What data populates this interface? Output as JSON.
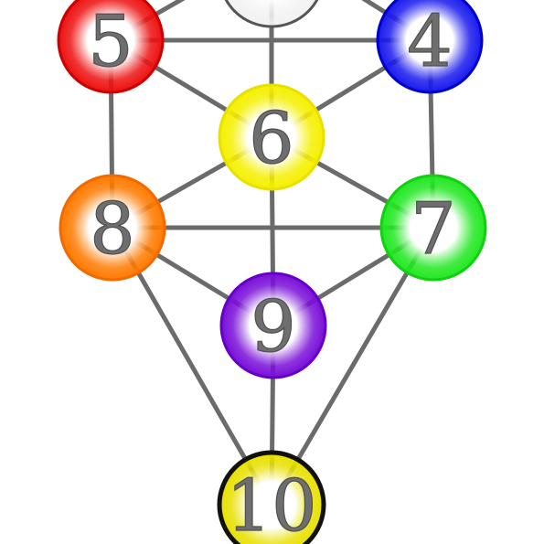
{
  "nodes": [
    {
      "id": "top",
      "label": "",
      "color": "#f2f2f2",
      "rim": "#555555"
    },
    {
      "id": "n5",
      "label": "5",
      "color": "#ee1111",
      "rim": "#cc0000"
    },
    {
      "id": "n4",
      "label": "4",
      "color": "#1a1aee",
      "rim": "#0000cc"
    },
    {
      "id": "n6",
      "label": "6",
      "color": "#f5f000",
      "rim": "#e8e000"
    },
    {
      "id": "n8",
      "label": "8",
      "color": "#ff7a00",
      "rim": "#f06a00"
    },
    {
      "id": "n7",
      "label": "7",
      "color": "#22e822",
      "rim": "#10d010"
    },
    {
      "id": "n9",
      "label": "9",
      "color": "#7a10d8",
      "rim": "#6600c8"
    },
    {
      "id": "n10",
      "label": "10",
      "color": "#e8e000",
      "rim": "#111111"
    }
  ],
  "edges": [
    [
      "n5",
      "n4"
    ],
    [
      "n5",
      "n6"
    ],
    [
      "n5",
      "n8"
    ],
    [
      "n4",
      "n6"
    ],
    [
      "n4",
      "n7"
    ],
    [
      "n6",
      "n8"
    ],
    [
      "n6",
      "n7"
    ],
    [
      "n6",
      "n9"
    ],
    [
      "n8",
      "n7"
    ],
    [
      "n8",
      "n9"
    ],
    [
      "n7",
      "n9"
    ],
    [
      "n8",
      "n10"
    ],
    [
      "n7",
      "n10"
    ],
    [
      "n9",
      "n10"
    ],
    [
      "top",
      "n6"
    ],
    [
      "n5",
      "top_l"
    ],
    [
      "n4",
      "top_r"
    ]
  ]
}
